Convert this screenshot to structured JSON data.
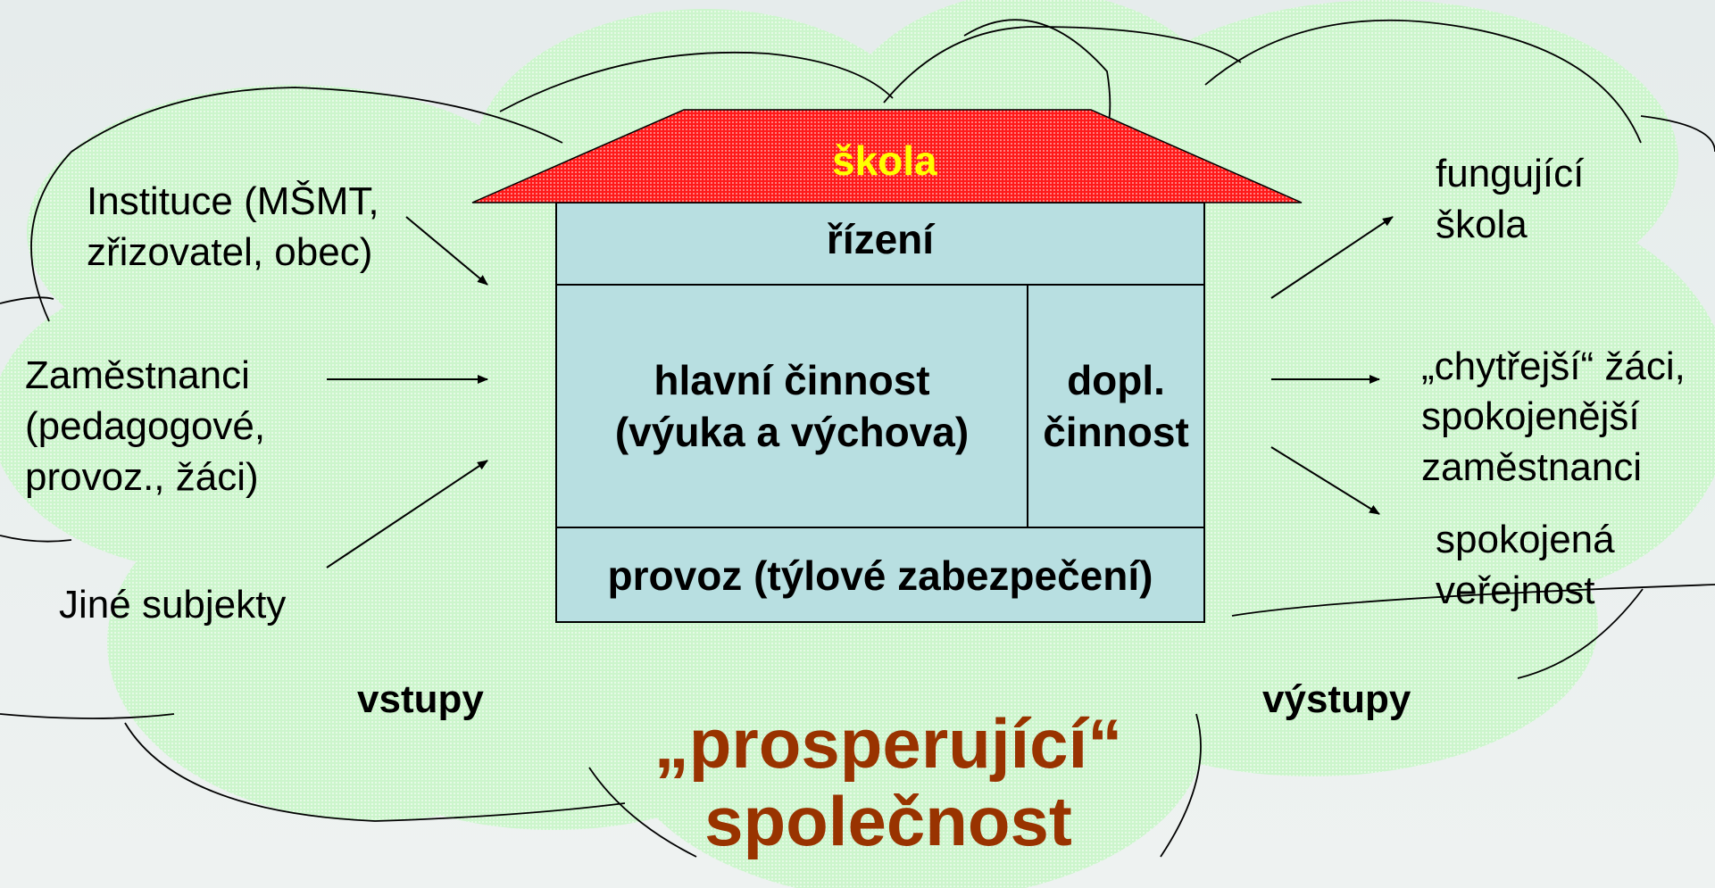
{
  "colors": {
    "cloud_fill": "#ccf5cc",
    "cloud_stroke": "#000000",
    "roof_fill": "#ff1a1a",
    "roof_text": "#ffff00",
    "house_fill": "#b8dfe1",
    "society_text": "#993300"
  },
  "roof": {
    "title": "škola"
  },
  "house": {
    "top": "řízení",
    "main": "hlavní činnost\n(výuka a výchova)",
    "side": "dopl.\nčinnost",
    "bottom": "provoz (týlové zabezpečení)"
  },
  "inputs": {
    "heading": "vstupy",
    "items": [
      {
        "label": "Instituce (MŠMT,\nzřizovatel, obec)"
      },
      {
        "label": "Zaměstnanci\n(pedagogové,\nprovoz., žáci)"
      },
      {
        "label": "Jiné subjekty"
      }
    ]
  },
  "outputs": {
    "heading": "výstupy",
    "items": [
      {
        "label": "fungující\nškola"
      },
      {
        "label": "„chytřejší“ žáci,\nspokojenější\nzaměstnanci"
      },
      {
        "label": "spokojená\nveřejnost"
      }
    ]
  },
  "society": {
    "label": "„prosperující“\nspolečnost"
  }
}
